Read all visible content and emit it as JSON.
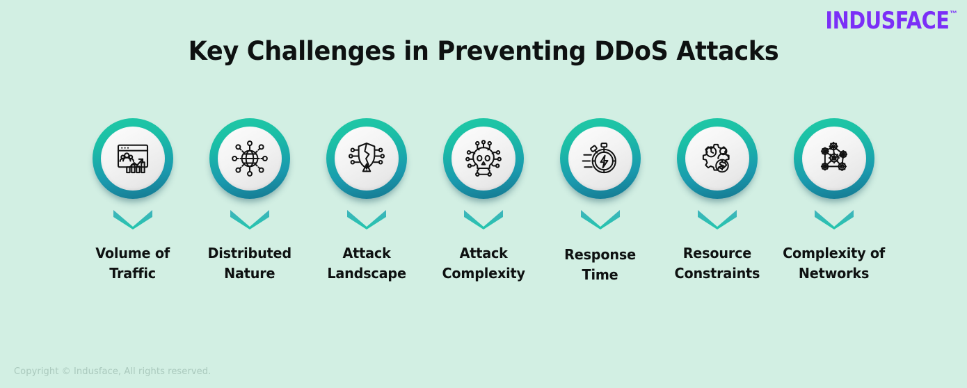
{
  "brand": {
    "wordmark": "INDUSFACE",
    "trademark": "™",
    "color": "#7b2ff7"
  },
  "title": "Key Challenges in Preventing DDoS Attacks",
  "theme": {
    "background": "#d2efe3",
    "ring_top": "#20c9a6",
    "ring_bottom": "#15768f",
    "chevron_top": "#3fb3bd",
    "chevron_bottom": "#21c6ac",
    "text": "#0e1111",
    "footer_text": "#aac9bd"
  },
  "items": [
    {
      "label": "Volume of\nTraffic",
      "icon": "traffic-analytics-window-icon",
      "chevron": "chevron-down-icon"
    },
    {
      "label": "Distributed\nNature",
      "icon": "globe-network-nodes-icon",
      "chevron": "chevron-down-icon"
    },
    {
      "label": "Attack\nLandscape",
      "icon": "broken-shield-warning-icon",
      "chevron": "chevron-down-icon"
    },
    {
      "label": "Attack\nComplexity",
      "icon": "skull-circuit-icon",
      "chevron": "chevron-down-icon"
    },
    {
      "label": "Response\nTime",
      "icon": "stopwatch-lightning-icon",
      "chevron": "chevron-down-icon"
    },
    {
      "label": "Resource\nConstraints",
      "icon": "gear-clock-person-dollar-icon",
      "chevron": "chevron-down-icon"
    },
    {
      "label": "Complexity of\nNetworks",
      "icon": "connected-gears-network-icon",
      "chevron": "chevron-down-icon"
    }
  ],
  "footer": {
    "copyright": "Copyright © Indusface, All rights reserved."
  }
}
